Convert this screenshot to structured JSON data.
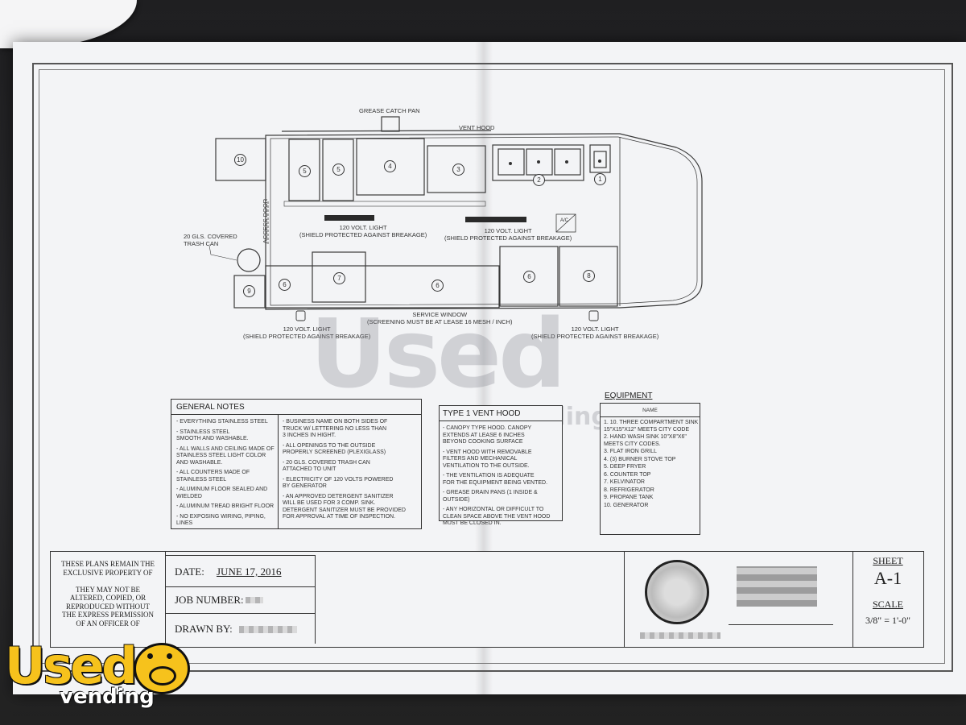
{
  "plan": {
    "labels": {
      "grease_catch_pan": "GREASE CATCH PAN",
      "vent_hood": "VENT HOOD",
      "access_door": "ACCESS DOOR",
      "trash_can": "20 GLS. COVERED\nTRASH CAN",
      "light_1": "120 VOLT. LIGHT\n(SHIELD PROTECTED AGAINST BREAKAGE)",
      "light_2": "120 VOLT. LIGHT\n(SHIELD PROTECTED AGAINST BREAKAGE)",
      "light_3": "120 VOLT. LIGHT\n(SHIELD PROTECTED AGAINST BREAKAGE)",
      "light_4": "120 VOLT. LIGHT\n(SHIELD PROTECTED AGAINST BREAKAGE)",
      "service_window": "SERVICE WINDOW\n(SCREENING MUST BE AT LEASE 16 MESH / INCH)",
      "ac": "A/C"
    },
    "callouts": [
      "10",
      "5",
      "5",
      "4",
      "3",
      "2",
      "1",
      "7",
      "6",
      "6",
      "6",
      "8",
      "9"
    ]
  },
  "general_notes": {
    "title": "GENERAL NOTES",
    "left": [
      "- EVERYTHING STAINLESS STEEL",
      "- STAINLESS STEEL\n  SMOOTH AND WASHABLE.",
      "- ALL WALLS AND CEILING MADE OF\n  STAINLESS STEEL LIGHT COLOR\n  AND WASHABLE.",
      "- ALL COUNTERS MADE OF\n  STAINLESS STEEL",
      "- ALUMINUM FLOOR SEALED AND\n  WIELDED",
      "- ALUMINUM TREAD BRIGHT FLOOR",
      "- NO EXPOSING WIRING, PIPING, LINES"
    ],
    "right": [
      "- BUSINESS NAME ON BOTH SIDES OF\n  TRUCK W/ LETTERING NO LESS THAN\n  3 INCHES IN HIGHT.",
      "- ALL OPENINGS TO THE OUTSIDE\n  PROPERLY SCREENED (PLEXIGLASS)",
      "- 20 GLS. COVERED TRASH CAN\n  ATTACHED TO UNIT",
      "- ELECTRICITY OF 120 VOLTS POWERED\n  BY GENERATOR",
      "- AN APPROVED DETERGENT SANITIZER\n  WILL BE USED FOR 3 COMP. SINK.\n  DETERGENT SANITIZER MUST BE PROVIDED\n  FOR APPROVAL AT TIME OF INSPECTION."
    ]
  },
  "vent_hood": {
    "title": "TYPE 1 VENT HOOD",
    "items": [
      "- CANOPY TYPE HOOD. CANOPY\n  EXTENDS AT LEASE 6 INCHES\n  BEYOND COOKING SURFACE",
      "- VENT HOOD WITH REMOVABLE\n  FILTERS AND MECHANICAL\n  VENTILATION TO THE OUTSIDE.",
      "- THE VENTILATION IS ADEQUATE\n  FOR THE EQUIPMENT BEING VENTED.",
      "- GREASE DRAIN PANS (1 INSIDE & OUTSIDE)",
      "- ANY HORIZONTAL OR DIFFICULT TO\n  CLEAN SPACE ABOVE THE VENT HOOD\n  MUST BE CLOSED IN."
    ]
  },
  "equipment": {
    "title": "EQUIPMENT",
    "header": "NAME",
    "items": [
      "1. 10. THREE COMPARTMENT SINK\n    15\"X15\"X12\" MEETS CITY CODE",
      "2. HAND WASH SINK 10\"X8\"X6\"\n    MEETS CITY CODES.",
      "3. FLAT IRON GRILL",
      "4. (3) BURNER STOVE TOP",
      "5. DEEP FRYER",
      "6. COUNTER TOP",
      "7. KELVINATOR",
      "8. REFRIGERATOR",
      "9. PROPANE TANK",
      "10. GENERATOR"
    ]
  },
  "title_block": {
    "disclaimer": "THESE PLANS REMAIN THE\nEXCLUSIVE PROPERTY OF\n\nTHEY MAY NOT BE\nALTERED, COPIED, OR\nREPRODUCED WITHOUT\nTHE EXPRESS PERMISSION\nOF AN OFFICER OF",
    "date_label": "DATE:",
    "date_value": "JUNE 17, 2016",
    "job_label": "JOB NUMBER:",
    "drawn_label": "DRAWN BY:",
    "sheet_label": "SHEET",
    "sheet_value": "A-1",
    "scale_label": "SCALE",
    "scale_value": "3/8\" = 1'-0\""
  },
  "watermark": {
    "text": "Used",
    "subtext": "vending"
  },
  "logo": {
    "text": "Used",
    "subtext": "vending"
  }
}
